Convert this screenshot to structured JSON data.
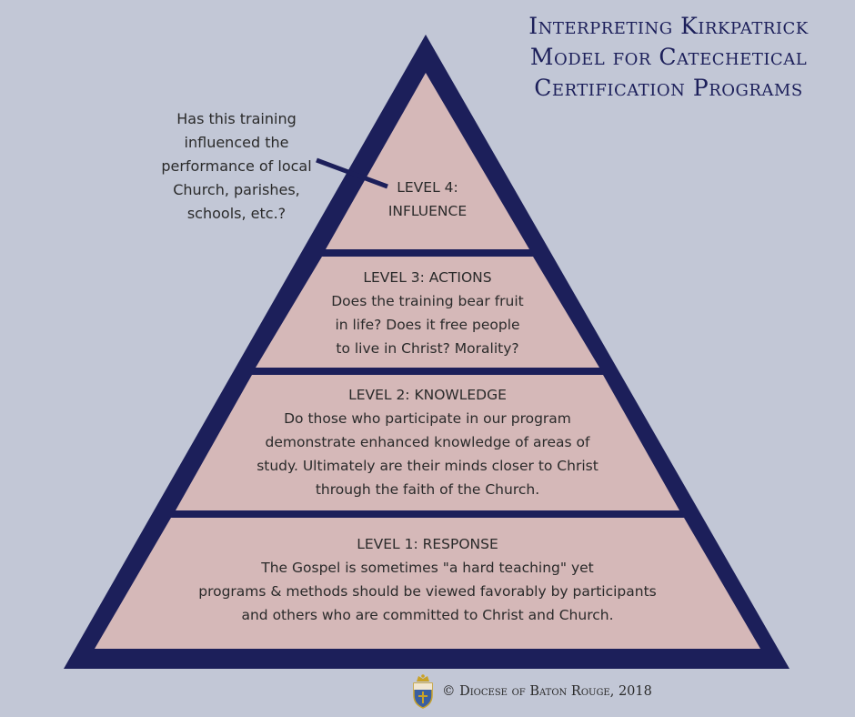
{
  "title": {
    "line1": "Interpreting Kirkpatrick",
    "line2": "Model for Catechetical",
    "line3": "Certification Programs"
  },
  "callout": {
    "line1": "Has this training",
    "line2": "influenced the",
    "line3": "performance of local",
    "line4": "Church, parishes,",
    "line5": "schools, etc.?"
  },
  "levels": {
    "level4": {
      "line1": "LEVEL 4:",
      "line2": "INFLUENCE"
    },
    "level3": {
      "heading": "LEVEL 3: ACTIONS",
      "line1": "Does the training bear fruit",
      "line2": "in life? Does it free people",
      "line3": "to live in Christ? Morality?"
    },
    "level2": {
      "heading": "LEVEL 2: KNOWLEDGE",
      "line1": "Do those who participate in our program",
      "line2": "demonstrate enhanced knowledge of areas of",
      "line3": "study. Ultimately are their minds closer to Christ",
      "line4": "through the faith of the Church."
    },
    "level1": {
      "heading": "LEVEL 1: RESPONSE",
      "line1": "The Gospel is sometimes \"a hard teaching\" yet",
      "line2": "programs & methods should be viewed favorably by participants",
      "line3": "and others who are committed to Christ and Church."
    }
  },
  "footer": {
    "text": "© Diocese of Baton Rouge, 2018",
    "logo": "diocese-crest-icon"
  },
  "colors": {
    "background": "#c2c7d6",
    "navy": "#1c1f5a",
    "tier_fill": "#d5b8b8",
    "text": "#2a2a2a"
  }
}
